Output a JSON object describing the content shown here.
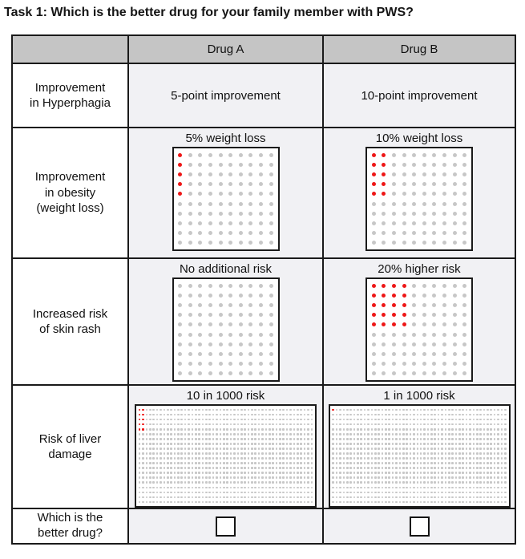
{
  "title": "Task 1: Which is the better drug for your family member with PWS?",
  "colors": {
    "header_bg": "#c5c5c5",
    "cell_bg": "#f1f1f4",
    "label_bg": "#ffffff",
    "border": "#1a1a1a",
    "dot_gray": "#c7c7c7",
    "dot_red": "#ee1717"
  },
  "table": {
    "columns": [
      "",
      "Drug A",
      "Drug B"
    ],
    "rows": {
      "hyperphagia": {
        "label": "Improvement\nin Hyperphagia",
        "drug_a": "5-point improvement",
        "drug_b": "10-point improvement"
      },
      "obesity": {
        "label": "Improvement\nin obesity\n(weight loss)",
        "drug_a": {
          "caption": "5% weight loss",
          "grid": {
            "rows": 10,
            "cols": 10,
            "red_rows": 5,
            "red_cols": 1,
            "red_total": 5,
            "total": 100
          }
        },
        "drug_b": {
          "caption": "10% weight loss",
          "grid": {
            "rows": 10,
            "cols": 10,
            "red_rows": 5,
            "red_cols": 2,
            "red_total": 10,
            "total": 100
          }
        }
      },
      "skin_rash": {
        "label": "Increased risk\nof skin rash",
        "drug_a": {
          "caption": "No additional risk",
          "grid": {
            "rows": 10,
            "cols": 10,
            "red_rows": 0,
            "red_cols": 0,
            "red_total": 0,
            "total": 100
          }
        },
        "drug_b": {
          "caption": "20% higher risk",
          "grid": {
            "rows": 10,
            "cols": 10,
            "red_rows": 5,
            "red_cols": 4,
            "red_total": 20,
            "total": 100
          }
        }
      },
      "liver": {
        "label": "Risk of liver\ndamage",
        "drug_a": {
          "caption": "10 in 1000 risk",
          "grid": {
            "rows": 20,
            "cols": 50,
            "red_rows": 5,
            "red_cols": 2,
            "red_total": 10,
            "total": 1000
          }
        },
        "drug_b": {
          "caption": "1 in 1000 risk",
          "grid": {
            "rows": 20,
            "cols": 50,
            "red_rows": 1,
            "red_cols": 1,
            "red_total": 1,
            "total": 1000
          }
        }
      },
      "choice": {
        "label": "Which is the\nbetter drug?",
        "drug_a_checked": false,
        "drug_b_checked": false
      }
    }
  },
  "chart_data": [
    {
      "type": "icon-array",
      "attribute": "Improvement in obesity (weight loss)",
      "drug": "Drug A",
      "title": "5% weight loss",
      "total_icons": 100,
      "highlighted_icons": 5
    },
    {
      "type": "icon-array",
      "attribute": "Improvement in obesity (weight loss)",
      "drug": "Drug B",
      "title": "10% weight loss",
      "total_icons": 100,
      "highlighted_icons": 10
    },
    {
      "type": "icon-array",
      "attribute": "Increased risk of skin rash",
      "drug": "Drug A",
      "title": "No additional risk",
      "total_icons": 100,
      "highlighted_icons": 0
    },
    {
      "type": "icon-array",
      "attribute": "Increased risk of skin rash",
      "drug": "Drug B",
      "title": "20% higher risk",
      "total_icons": 100,
      "highlighted_icons": 20
    },
    {
      "type": "icon-array",
      "attribute": "Risk of liver damage",
      "drug": "Drug A",
      "title": "10 in 1000 risk",
      "total_icons": 1000,
      "highlighted_icons": 10
    },
    {
      "type": "icon-array",
      "attribute": "Risk of liver damage",
      "drug": "Drug B",
      "title": "1 in 1000 risk",
      "total_icons": 1000,
      "highlighted_icons": 1
    }
  ]
}
